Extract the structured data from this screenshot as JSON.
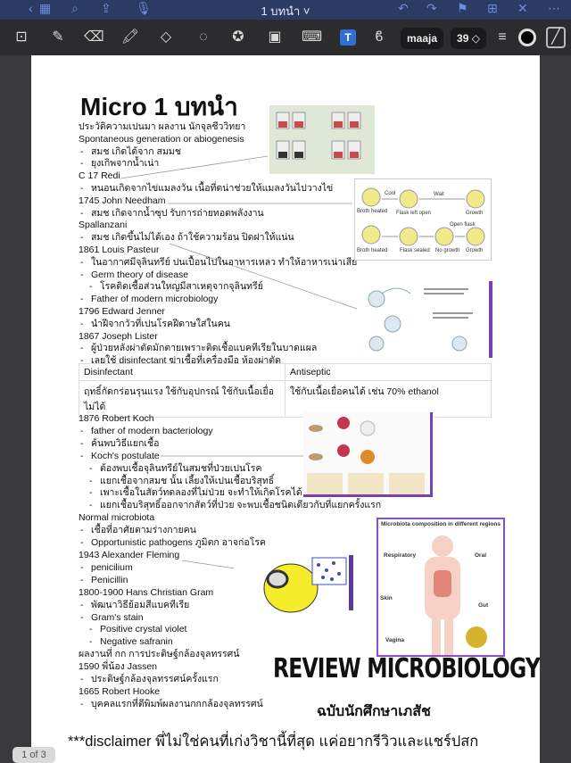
{
  "topbar": {
    "title": "1 บทนำ ˅"
  },
  "toolbar": {
    "font": "maaja",
    "size": "39 ◇"
  },
  "page": {
    "title": "Micro 1 บทนำ",
    "notes1": [
      {
        "t": "ประวัติความเปนมา ผลงาน นักจุลชีววิทยา",
        "l": 0
      },
      {
        "t": "Spontaneous generation or abiogenesis",
        "l": 0
      },
      {
        "t": "สมช เกิดได้จาก สมมช",
        "l": 1
      },
      {
        "t": "ยุงเกิพจากน้ำเน่า",
        "l": 1
      },
      {
        "t": "C 17 Redi",
        "l": 0
      },
      {
        "t": "หนอนเกิดจากไข่แมลงวัน เนื้อที่ดน่าช่วยให้แมลงวันไปวางไข่",
        "l": 1
      },
      {
        "t": "1745 John Needham",
        "l": 0
      },
      {
        "t": "สมช เกิดจากน้ำซุป รับการถ่ายทอดพลังงาน",
        "l": 1
      },
      {
        "t": "Spallanzani",
        "l": 0
      },
      {
        "t": "สมช เกิดขึ้นไม่ได้เอง ถ้าใช้ความร้อน ปิดฝาให้แน่น",
        "l": 1
      },
      {
        "t": "1861 Louis Pasteur",
        "l": 0
      },
      {
        "t": "ในอากาศมีจุลินทรีย์ ปนเปื้อนไปในอาหารเหลว ทำให้อาหารเน่าเสีย",
        "l": 1
      },
      {
        "t": "Germ theory of disease",
        "l": 1
      },
      {
        "t": "โรคติดเชื้อส่วนใหญมีสาเหตุจากจุลินทรีย์",
        "l": 2
      },
      {
        "t": "Father of modern microbiology",
        "l": 1
      },
      {
        "t": "1796 Edward Jenner",
        "l": 0
      },
      {
        "t": "นำฝีจากวัวที่เปนโรคฝีดาษใส่ในคน",
        "l": 1
      },
      {
        "t": "1867 Joseph Lister",
        "l": 0
      },
      {
        "t": "ผู้ป่วยหลังผ่าตัดมักตายเพราะติดเชื้อแบคทีเรียในบาดแผล",
        "l": 1
      },
      {
        "t": "เลยใช้ disinfectant ฆ่าเชื้อที่เครื่องมือ ห้องผ่าตัด",
        "l": 1
      }
    ],
    "table": {
      "headers": [
        "Disinfectant",
        "Antiseptic"
      ],
      "row": [
        "ฤทธิ์กัดกร่อนรุนแรง ใช้กับอุปกรณ์ ใช้กับเนื้อเยื่อไม่ได้",
        "ใช้กับเนื้อเยื่อคนได้ เช่น 70% ethanol"
      ]
    },
    "notes2": [
      {
        "t": "1876 Robert Koch",
        "l": 0
      },
      {
        "t": "father of modern bacteriology",
        "l": 1
      },
      {
        "t": "ค้นพบวิธีแยกเชื้อ",
        "l": 1
      },
      {
        "t": "Koch's postulate",
        "l": 1
      },
      {
        "t": "ต้องพบเชื้อจุลินทรีย์ในสมชที่ป่วยเปนโรค",
        "l": 2
      },
      {
        "t": "แยกเชื้อจากสมช นั้น เลี้ยงให้เปนเชื้อบริสุทธิ์",
        "l": 2
      },
      {
        "t": "เพาะเชื้อในสัตว์ทดลองที่ไม่ป่วย จะทำให้เกิดโรคได้",
        "l": 2
      },
      {
        "t": "แยกเชื้อบริสุทธิ์ออกจากสัตว์ที่ป่วย จะพบเชื้อชนิดเดียวกับที่แยกครั้งแรก",
        "l": 2
      },
      {
        "t": "Normal microbiota",
        "l": 0
      },
      {
        "t": "เชื้อที่อาศัยตามร่างกายคน",
        "l": 1
      },
      {
        "t": "Opportunistic pathogens ภูมิตก อาจก่อโรค",
        "l": 1
      },
      {
        "t": "1943 Alexander Fleming",
        "l": 0
      },
      {
        "t": "penicilium",
        "l": 1
      },
      {
        "t": "Penicillin",
        "l": 1
      },
      {
        "t": "1800-1900 Hans Christian Gram",
        "l": 0
      },
      {
        "t": "พัฒนาวิธีย้อมสีแบคทีเรีย",
        "l": 1
      },
      {
        "t": "Gram's stain",
        "l": 1
      },
      {
        "t": "Positive crystal violet",
        "l": 2
      },
      {
        "t": "Negative safranin",
        "l": 2
      },
      {
        "t": "ผลงานที่ กก การประดิษฐ์กล้องจุลทรรศน์",
        "l": 0
      },
      {
        "t": "1590 พี่น้อง Jassen",
        "l": 0
      },
      {
        "t": "ประดิษฐ์กล้องจุลทรรศน์ครั้งแรก",
        "l": 1
      },
      {
        "t": "1665 Robert Hooke",
        "l": 0
      },
      {
        "t": "บุคคลแรกที่ตีพิมพ์ผลงานกกกล้องจุลทรรศน์",
        "l": 1
      }
    ],
    "flask_labels": {
      "broth": "Broth heated",
      "cool": "Cool",
      "open": "Flask left open",
      "wait": "Wait",
      "growth": "Growth",
      "sealed": "Flask sealed",
      "nogrowth": "No growth",
      "openflask": "Open flask"
    },
    "microbiota": {
      "title": "Microbiota composition in different regions",
      "regions": [
        "Respiratory",
        "Oral",
        "Skin",
        "Gut",
        "Vagina"
      ]
    },
    "review_title": "REVIEW MICROBIOLOGY",
    "subtitle": "ฉบับนักศึกษาเภสัช",
    "disclaimer": "***disclaimer พี่ไม่ใช่คนที่เก่งวิชานี้ที่สุด แค่อยากรีวิวและแชร์ปสก"
  },
  "pager": "1 of 3"
}
